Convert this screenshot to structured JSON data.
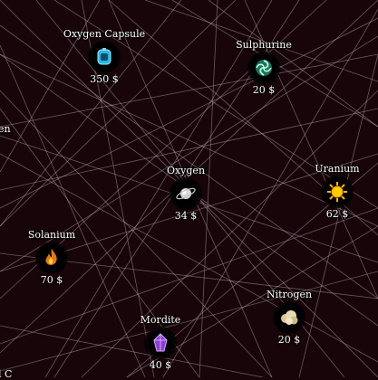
{
  "map": {
    "nodes": [
      {
        "id": "oxygen-capsule",
        "name": "Oxygen Capsule",
        "price": "350 $",
        "icon": "capsule-icon"
      },
      {
        "id": "sulphurine",
        "name": "Sulphurine",
        "price": "20 $",
        "icon": "swirl-icon"
      },
      {
        "id": "oxygen",
        "name": "Oxygen",
        "price": "34 $",
        "icon": "planet-icon"
      },
      {
        "id": "uranium",
        "name": "Uranium",
        "price": "62 $",
        "icon": "sun-icon"
      },
      {
        "id": "solanium",
        "name": "Solanium",
        "price": "70 $",
        "icon": "flame-icon"
      },
      {
        "id": "nitrogen",
        "name": "Nitrogen",
        "price": "20 $",
        "icon": "cloud-icon"
      },
      {
        "id": "mordite",
        "name": "Mordite",
        "price": "40 $",
        "icon": "crystal-icon"
      }
    ],
    "partial_labels": {
      "left_edge": "en",
      "bottom_edge": "l C"
    }
  }
}
